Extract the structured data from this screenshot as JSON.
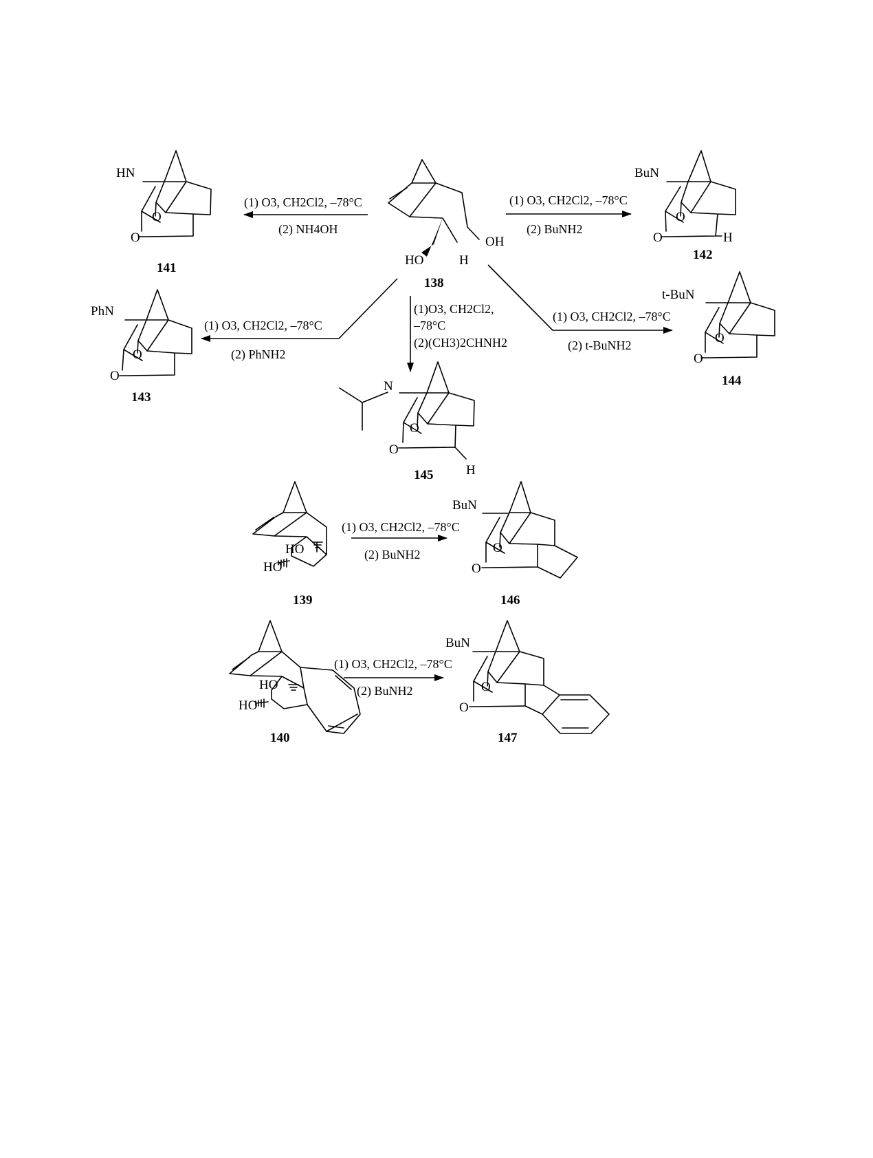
{
  "compounds": {
    "c138": {
      "number": "138",
      "oh": "OH",
      "ho": "HO",
      "h": "H"
    },
    "c139": {
      "number": "139",
      "ho1": "HO",
      "ho2": "HO"
    },
    "c140": {
      "number": "140",
      "ho1": "HO",
      "ho2": "HO"
    },
    "c141": {
      "number": "141",
      "n": "HN",
      "o1": "O",
      "o2": "O"
    },
    "c142": {
      "number": "142",
      "n": "BuN",
      "o1": "O",
      "o2": "O",
      "h": "H"
    },
    "c143": {
      "number": "143",
      "n": "PhN",
      "o1": "O",
      "o2": "O"
    },
    "c144": {
      "number": "144",
      "n": "t-BuN",
      "o1": "O",
      "o2": "O"
    },
    "c145": {
      "number": "145",
      "n": "N",
      "o1": "O",
      "o2": "O",
      "h": "H"
    },
    "c146": {
      "number": "146",
      "n": "BuN",
      "o1": "O",
      "o2": "O"
    },
    "c147": {
      "number": "147",
      "n": "BuN",
      "o1": "O",
      "o2": "O"
    }
  },
  "reactions": {
    "to141": {
      "step1": "(1) O3, CH2Cl2, –78°C",
      "step2": "(2) NH4OH"
    },
    "to142": {
      "step1": "(1) O3, CH2Cl2, –78°C",
      "step2": "(2) BuNH2"
    },
    "to143": {
      "step1": "(1) O3, CH2Cl2, –78°C",
      "step2": "(2) PhNH2"
    },
    "to144": {
      "step1": "(1) O3, CH2Cl2, –78°C",
      "step2": "(2) t-BuNH2"
    },
    "to145": {
      "step1a": "(1)O3, CH2Cl2,",
      "step1b": "–78°C",
      "step2": "(2)(CH3)2CHNH2"
    },
    "to146": {
      "step1": "(1) O3, CH2Cl2, –78°C",
      "step2": "(2) BuNH2"
    },
    "to147": {
      "step1": "(1) O3, CH2Cl2, –78°C",
      "step2": "(2) BuNH2"
    }
  }
}
